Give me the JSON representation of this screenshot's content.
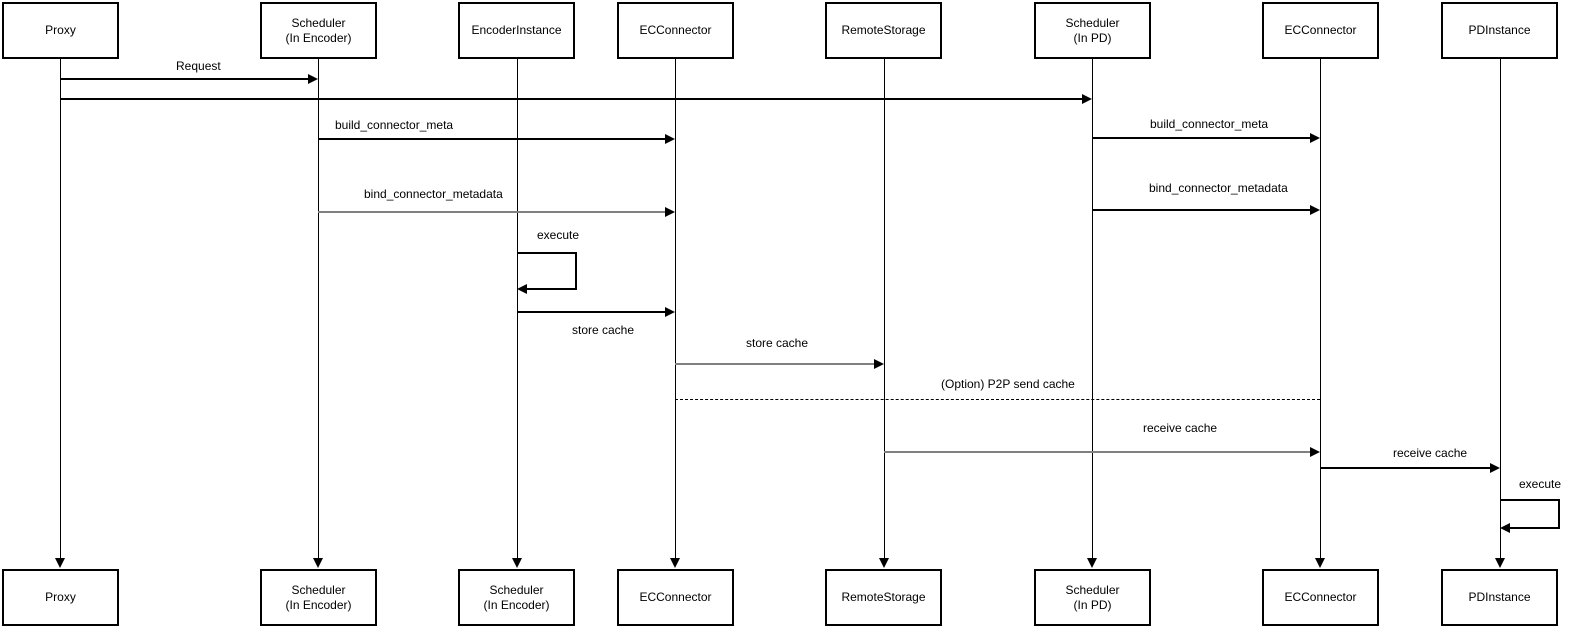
{
  "diagram": {
    "type": "sequence-diagram",
    "colors": {
      "background": "#ffffff",
      "box_fill": "#ffffff",
      "box_border": "#000000",
      "line_black": "#000000",
      "line_gray": "#808080",
      "text": "#000000"
    },
    "participants": [
      {
        "id": "proxy",
        "top": {
          "line1": "Proxy",
          "line2": ""
        },
        "bottom": {
          "line1": "Proxy",
          "line2": ""
        }
      },
      {
        "id": "scheduler-encoder",
        "top": {
          "line1": "Scheduler",
          "line2": "(In Encoder)"
        },
        "bottom": {
          "line1": "Scheduler",
          "line2": "(In Encoder)"
        }
      },
      {
        "id": "encoder-instance",
        "top": {
          "line1": "EncoderInstance",
          "line2": ""
        },
        "bottom": {
          "line1": "Scheduler",
          "line2": "(In Encoder)"
        }
      },
      {
        "id": "ec-connector-1",
        "top": {
          "line1": "ECConnector",
          "line2": ""
        },
        "bottom": {
          "line1": "ECConnector",
          "line2": ""
        }
      },
      {
        "id": "remote-storage",
        "top": {
          "line1": "RemoteStorage",
          "line2": ""
        },
        "bottom": {
          "line1": "RemoteStorage",
          "line2": ""
        }
      },
      {
        "id": "scheduler-pd",
        "top": {
          "line1": "Scheduler",
          "line2": "(In PD)"
        },
        "bottom": {
          "line1": "Scheduler",
          "line2": "(In PD)"
        }
      },
      {
        "id": "ec-connector-2",
        "top": {
          "line1": "ECConnector",
          "line2": ""
        },
        "bottom": {
          "line1": "ECConnector",
          "line2": ""
        }
      },
      {
        "id": "pd-instance",
        "top": {
          "line1": "PDInstance",
          "line2": ""
        },
        "bottom": {
          "line1": "PDInstance",
          "line2": ""
        }
      }
    ],
    "messages": [
      {
        "label": "Request",
        "from": "Proxy",
        "to": "Scheduler (In Encoder)",
        "line_style": "solid",
        "line_color": "#000000"
      },
      {
        "label": "",
        "from": "Proxy",
        "to": "Scheduler (In PD)",
        "line_style": "solid",
        "line_color": "#000000"
      },
      {
        "label": "build_connector_meta",
        "from": "Scheduler (In Encoder)",
        "to": "ECConnector",
        "line_style": "solid",
        "line_color": "#000000"
      },
      {
        "label": "bind_connector_metadata",
        "from": "Scheduler (In Encoder)",
        "to": "ECConnector",
        "line_style": "solid",
        "line_color": "#808080"
      },
      {
        "label": "execute",
        "from": "EncoderInstance",
        "to": "EncoderInstance",
        "line_style": "solid",
        "line_color": "#000000",
        "self_message": true
      },
      {
        "label": "store cache",
        "from": "EncoderInstance",
        "to": "ECConnector",
        "line_style": "solid",
        "line_color": "#000000",
        "label_position": "below"
      },
      {
        "label": "store cache",
        "from": "ECConnector",
        "to": "RemoteStorage",
        "line_style": "solid",
        "line_color": "#808080"
      },
      {
        "label": "(Option) P2P send cache",
        "from": "ECConnector",
        "to": "ECConnector (PD side)",
        "line_style": "dashed",
        "line_color": "#000000",
        "arrowhead": false
      },
      {
        "label": "receive cache",
        "from": "RemoteStorage",
        "to": "ECConnector (PD side)",
        "line_style": "solid",
        "line_color": "#808080"
      },
      {
        "label": "build_connector_meta",
        "from": "Scheduler (In PD)",
        "to": "ECConnector (PD side)",
        "line_style": "solid",
        "line_color": "#000000"
      },
      {
        "label": "bind_connector_metadata",
        "from": "Scheduler (In PD)",
        "to": "ECConnector (PD side)",
        "line_style": "solid",
        "line_color": "#000000"
      },
      {
        "label": "receive cache",
        "from": "ECConnector (PD side)",
        "to": "PDInstance",
        "line_style": "solid",
        "line_color": "#000000"
      },
      {
        "label": "execute",
        "from": "PDInstance",
        "to": "PDInstance",
        "line_style": "solid",
        "line_color": "#000000",
        "self_message": true
      }
    ]
  }
}
